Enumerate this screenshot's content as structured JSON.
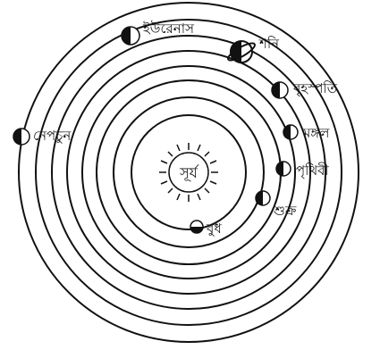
{
  "diagram": {
    "sun": {
      "label": "সূর্য"
    },
    "planets": [
      {
        "id": "mercury",
        "label": "বুধ"
      },
      {
        "id": "venus",
        "label": "শুক্র"
      },
      {
        "id": "earth",
        "label": "পৃথিবী"
      },
      {
        "id": "mars",
        "label": "মঙ্গল"
      },
      {
        "id": "jupiter",
        "label": "বৃহস্পতি"
      },
      {
        "id": "saturn",
        "label": "শনি"
      },
      {
        "id": "uranus",
        "label": "ইউরেনাস"
      },
      {
        "id": "neptune",
        "label": "নেপচুন"
      }
    ]
  }
}
